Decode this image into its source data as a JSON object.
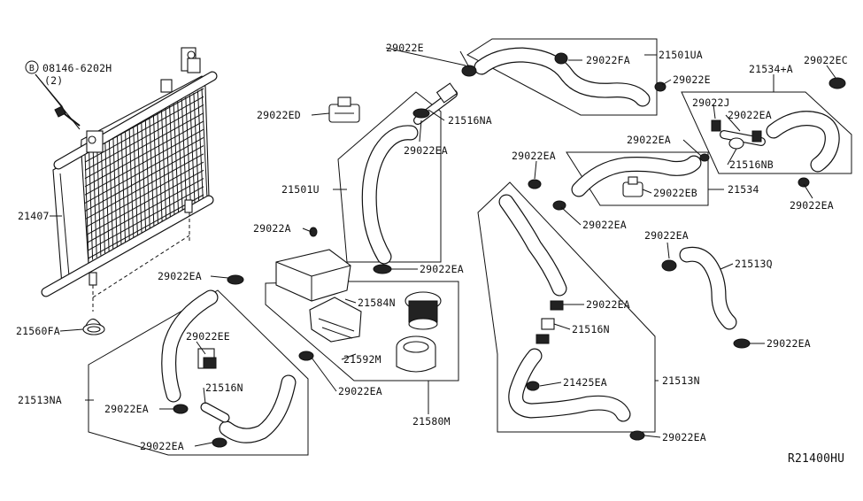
{
  "diagram": {
    "ref_code": "R21400HU",
    "bolt_symbol": "B",
    "labels": {
      "bolt": "08146-6202H",
      "bolt_qty": "(2)",
      "radiator": "21407",
      "mount": "21560FA",
      "clip_ed": "29022ED",
      "connector_na": "21516NA",
      "clamp_ea_upper": "29022EA",
      "hose_upper": "21501U",
      "clip_a": "29022A",
      "clamp_ea_mid": "29022EA",
      "clamp_e_top": "29022E",
      "clamp_fa": "29022FA",
      "hose_ua": "21501UA",
      "clamp_e_right": "29022E",
      "hose_534a": "21534+A",
      "clamp_ec": "29022EC",
      "clamp_j": "29022J",
      "clamp_ea_box": "29022EA",
      "connector_nb": "21516NB",
      "clamp_ea_534": "29022EA",
      "clamp_ea_right_box": "29022EA",
      "clamp_ea_l1": "29022EA",
      "clamp_eb": "29022EB",
      "hose_534": "21534",
      "clamp_ea_l2": "29022EA",
      "clamp_ea_513q": "29022EA",
      "hose_513q": "21513Q",
      "clamp_ea_513q_low": "29022EA",
      "clamp_ea_516n": "29022EA",
      "connector_n_right": "21516N",
      "clamp_ea_425": "21425EA",
      "hose_513n": "21513N",
      "clamp_ea_bottom": "29022EA",
      "clamp_ea_left_top": "29022EA",
      "reservoir_cap": "21584N",
      "reservoir_bracket": "21592M",
      "clamp_ea_res": "29022EA",
      "reservoir": "21580M",
      "clip_ee": "29022EE",
      "connector_n_left": "21516N",
      "hose_513na": "21513NA",
      "clamp_ea_left_mid": "29022EA",
      "clamp_ea_left_low": "29022EA"
    }
  }
}
